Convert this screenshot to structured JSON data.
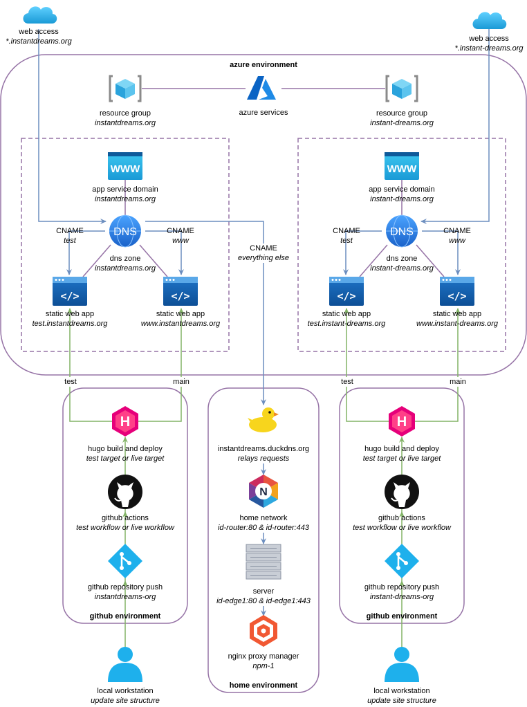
{
  "environments": {
    "azure": "azure environment",
    "github_left": "github environment",
    "github_right": "github environment",
    "home": "home environment"
  },
  "azure_services": "azure services",
  "web_access_left": {
    "title": "web access",
    "domain": "*.instantdreams.org"
  },
  "web_access_right": {
    "title": "web access",
    "domain": "*.instant-dreams.org"
  },
  "left": {
    "resource_group": {
      "title": "resource group",
      "sub": "instantdreams.org"
    },
    "app_service_domain": {
      "title": "app service domain",
      "sub": "instantdreams.org"
    },
    "dns_zone": {
      "title": "dns zone",
      "sub": "instantdreams.org",
      "icon_text": "DNS"
    },
    "cname_test": {
      "title": "CNAME",
      "sub": "test"
    },
    "cname_www": {
      "title": "CNAME",
      "sub": "www"
    },
    "swa_test": {
      "title": "static web app",
      "sub": "test.instantdreams.org"
    },
    "swa_www": {
      "title": "static web app",
      "sub": "www.instantdreams.org"
    },
    "branch_test": "test",
    "branch_main": "main",
    "hugo": {
      "title": "hugo build and deploy",
      "sub": "test target or live target"
    },
    "actions": {
      "title": "github actions",
      "sub": "test workflow or live workflow"
    },
    "push": {
      "title": "github repository push",
      "sub": "instantdreams-org"
    },
    "workstation": {
      "title": "local workstation",
      "sub": "update site structure"
    }
  },
  "right": {
    "resource_group": {
      "title": "resource group",
      "sub": "instant-dreams.org"
    },
    "app_service_domain": {
      "title": "app service domain",
      "sub": "instant-dreams.org"
    },
    "dns_zone": {
      "title": "dns zone",
      "sub": "instant-dreams.org",
      "icon_text": "DNS"
    },
    "cname_test": {
      "title": "CNAME",
      "sub": "test"
    },
    "cname_www": {
      "title": "CNAME",
      "sub": "www"
    },
    "swa_test": {
      "title": "static web app",
      "sub": "test.instant-dreams.org"
    },
    "swa_www": {
      "title": "static web app",
      "sub": "www.instant-dreams.org"
    },
    "branch_test": "test",
    "branch_main": "main",
    "hugo": {
      "title": "hugo build and deploy",
      "sub": "test target or live target"
    },
    "actions": {
      "title": "github actions",
      "sub": "test workflow or live workflow"
    },
    "push": {
      "title": "github repository push",
      "sub": "instant-dreams-org"
    },
    "workstation": {
      "title": "local workstation",
      "sub": "update site structure"
    }
  },
  "cname_other": {
    "title": "CNAME",
    "sub": "everything else"
  },
  "home": {
    "duckdns": {
      "title": "instantdreams.duckdns.org",
      "sub": "relays requests"
    },
    "network": {
      "title": "home network",
      "sub": "id-router:80 & id-router:443"
    },
    "server": {
      "title": "server",
      "sub": "id-edge1:80 & id-edge1:443"
    },
    "npm": {
      "title": "nginx proxy manager",
      "sub": "npm-1"
    },
    "network_icon_letter": "N"
  },
  "colors": {
    "purple": "#9673a6",
    "blue": "#6c8ebf",
    "green": "#82b366",
    "azure_blue": "#1e6fd0",
    "hugo_pink": "#e6007a"
  }
}
